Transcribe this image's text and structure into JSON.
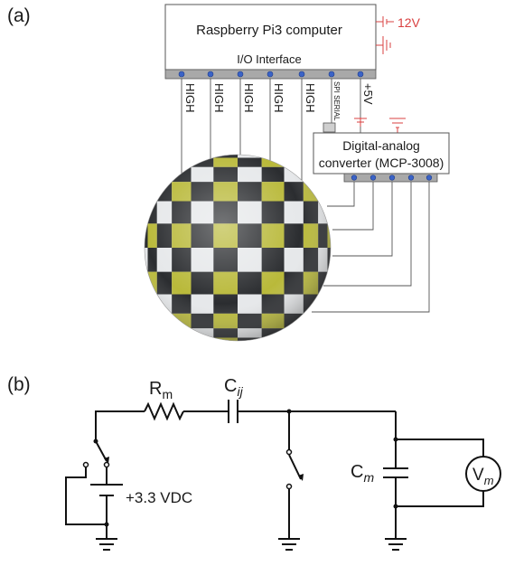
{
  "panel_a": {
    "label": "(a)",
    "computer_title": "Raspberry Pi3 computer",
    "io_label": "I/O Interface",
    "supply_label": "12V",
    "pin_labels": [
      "HIGH",
      "HIGH",
      "HIGH",
      "HIGH",
      "HIGH",
      "SPI SERIAL",
      "+5V"
    ],
    "adc_line1": "Digital-analog",
    "adc_line2": "converter (MCP-3008)"
  },
  "panel_b": {
    "label": "(b)",
    "resistor_label": "R",
    "resistor_sub": "m",
    "capacitor_label": "C",
    "capacitor_sub": "ij",
    "cm_label": "C",
    "cm_sub": "m",
    "voltmeter_label": "V",
    "voltmeter_sub": "m",
    "source_label": "+3.3 VDC"
  },
  "colors": {
    "pin": "#3b63c7",
    "supply": "#d94040",
    "sensor_dark": "#2b2d30",
    "sensor_light": "#e6e8ea",
    "electrode": "#b9b93a"
  }
}
